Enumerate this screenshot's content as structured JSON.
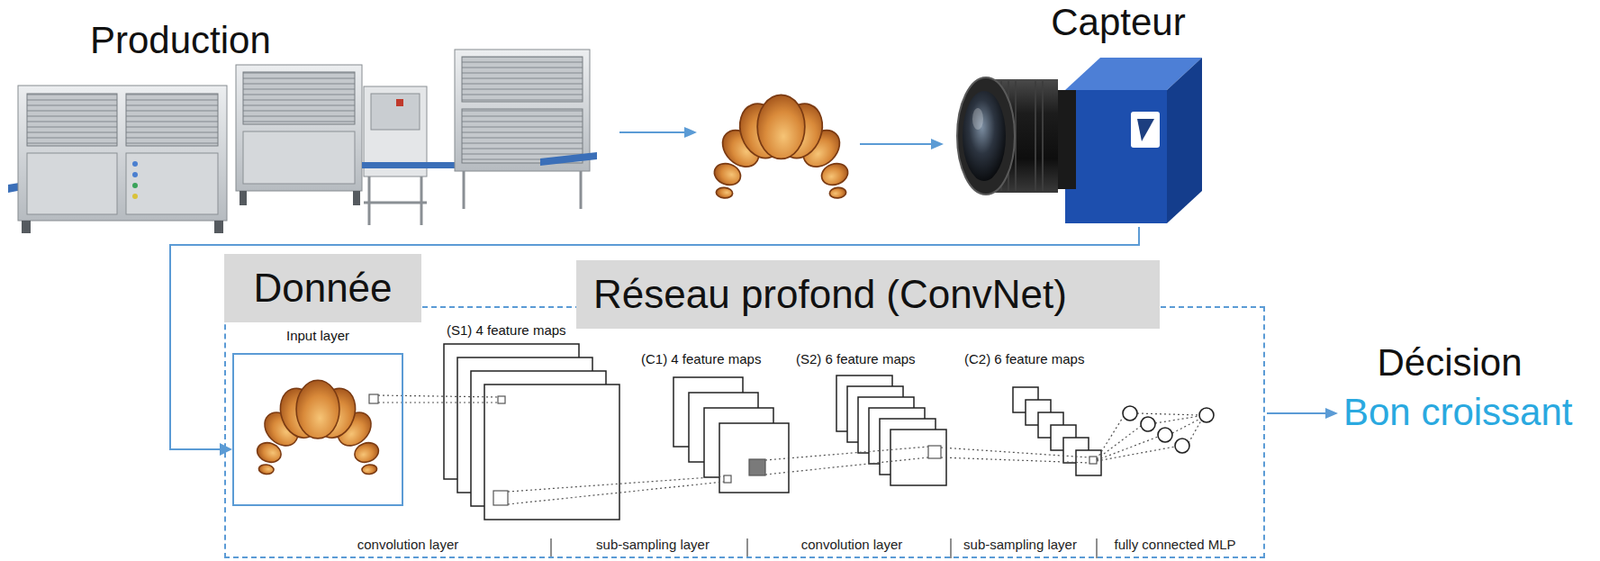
{
  "diagram": {
    "nodes": [
      {
        "text": [
          "Production"
        ]
      },
      {
        "text": [
          "Capteur"
        ]
      },
      {
        "text": [
          "Réseau profond (ConvNet)"
        ]
      },
      {
        "text": [
          "Donnée"
        ],
        "in": 2
      },
      {
        "text": [
          "Input layer"
        ],
        "in": 2
      },
      {
        "text": [
          "(S1) 4 feature maps"
        ],
        "in": 2
      },
      {
        "text": [
          "(C1) 4 feature maps"
        ],
        "in": 2
      },
      {
        "text": [
          "(S2) 6 feature maps"
        ],
        "in": 2
      },
      {
        "text": [
          "(C2) 6 feature maps"
        ],
        "in": 2
      }
    ],
    "edges": [
      {
        "from": 1,
        "to": 4,
        "arrow": "to"
      }
    ],
    "labels": [
      "convolution layer",
      "sub-sampling layer",
      "convolution layer",
      "sub-sampling layer",
      "fully connected MLP",
      "Décision",
      "Bon croissant"
    ]
  }
}
